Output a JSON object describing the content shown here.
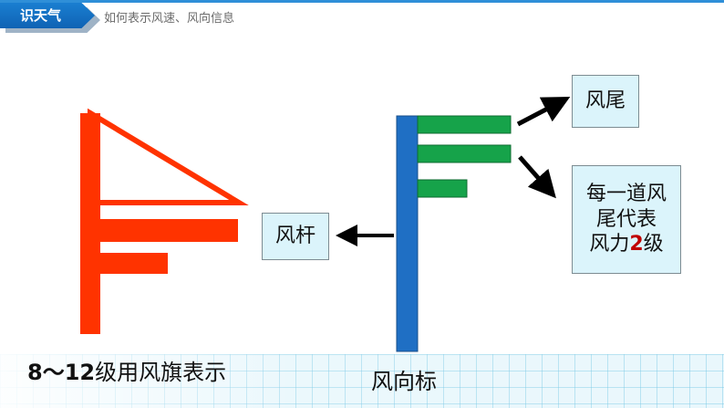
{
  "header": {
    "tab_title": "识天气",
    "subtitle": "如何表示风速、风向信息"
  },
  "diagram": {
    "flag_caption": {
      "prefix": "8～12",
      "suffix": "级用风旗表示"
    },
    "staff_label": "风杆",
    "tail_label": "风尾",
    "note": {
      "line1": "每一道风",
      "line2": "尾代表",
      "line3_prefix": "风力",
      "line3_num": "2",
      "line3_suffix": "级"
    },
    "symbol_caption": "风向标"
  },
  "colors": {
    "flag_red": "#ff3300",
    "staff_blue": "#1f6fc4",
    "tail_green": "#16a34a",
    "header_blue": "#1a7fd1",
    "box_fill": "#dbf4fb",
    "accent_red": "#c00000"
  }
}
